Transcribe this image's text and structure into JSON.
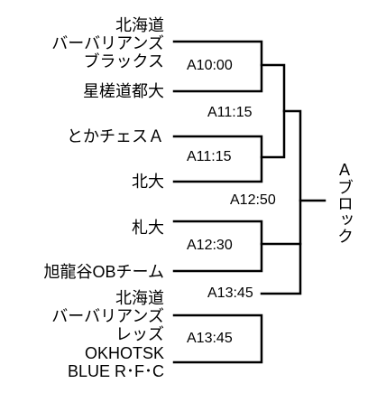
{
  "block": "Aブロック",
  "teams": [
    [
      "北海道",
      "バーバリアンズ",
      "ブラックス"
    ],
    [
      "星槎道都大"
    ],
    [
      "とかチェスＡ"
    ],
    [
      "北大"
    ],
    [
      "札大"
    ],
    [
      "旭龍谷OBチーム"
    ],
    [
      "北海道",
      "バーバリアンズ",
      "レッズ"
    ],
    [
      "OKHOTSK",
      "BLUE R･F･C"
    ]
  ],
  "matches": {
    "r1": [
      "A10:00",
      "A11:15",
      "A12:30",
      "A13:45"
    ],
    "r2": [
      "A11:15",
      "A13:45"
    ],
    "r3": "A12:50"
  }
}
